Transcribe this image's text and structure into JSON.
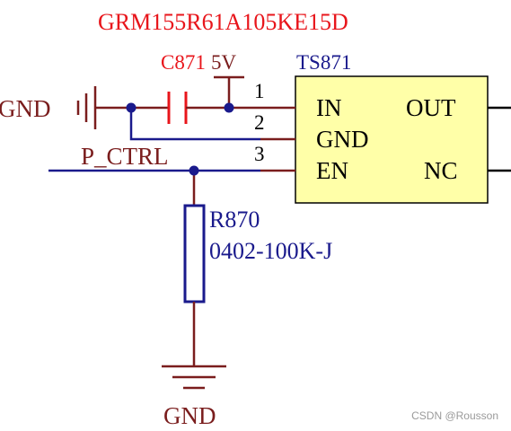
{
  "capacitor": {
    "part_number": "GRM155R61A105KE15D",
    "designator": "C871"
  },
  "supply": {
    "net_label": "5V"
  },
  "ic": {
    "designator": "TS871",
    "pins": [
      {
        "number": "1",
        "name": "IN"
      },
      {
        "number": "2",
        "name": "GND"
      },
      {
        "number": "3",
        "name": "EN"
      }
    ],
    "right_pins": [
      {
        "name": "OUT"
      },
      {
        "name": "NC"
      }
    ]
  },
  "nets": {
    "gnd_left": "GND",
    "gnd_bottom": "GND",
    "ctrl": "P_CTRL"
  },
  "resistor": {
    "designator": "R870",
    "value": "0402-100K-J"
  },
  "watermark": "CSDN @Rousson",
  "colors": {
    "net_wire": "#1a1a8c",
    "component_pin": "#7a1d1d",
    "capacitor_label": "#e8151b",
    "ic_body_fill": "#ffffa8",
    "resistor_body": "#1a1a8c"
  }
}
